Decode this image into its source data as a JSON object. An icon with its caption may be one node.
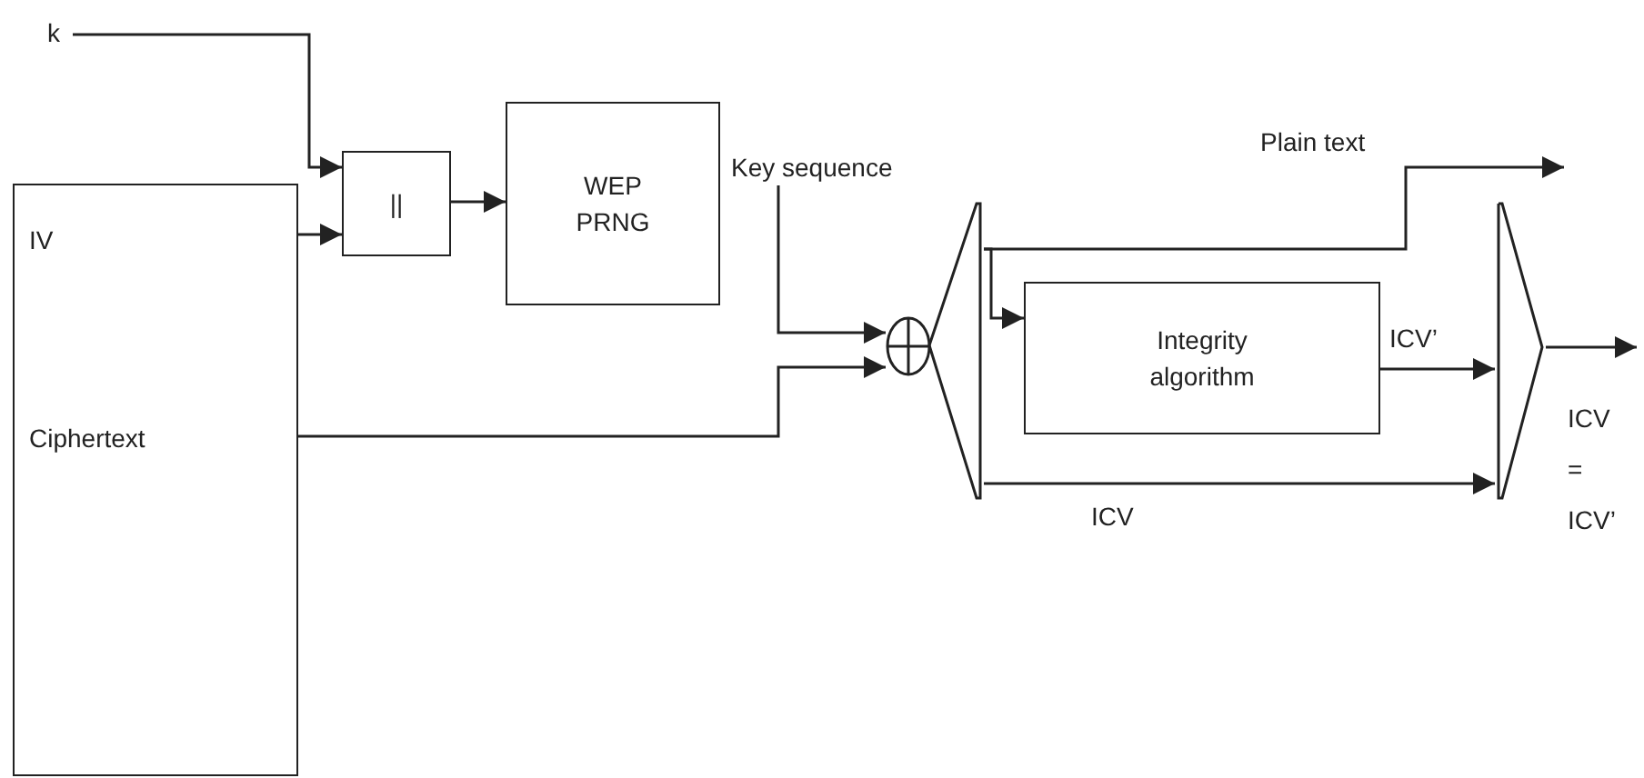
{
  "diagram": {
    "nodes": [
      {
        "text": [
          "k"
        ]
      },
      {
        "text": [
          "IV",
          "Ciphertext"
        ]
      },
      {
        "text": [
          "||"
        ]
      },
      {
        "text": [
          "WEP PRNG"
        ]
      },
      {
        "text": [
          "Key sequence"
        ]
      },
      {
        "text": [],
        "shape": "circle"
      },
      {
        "text": [],
        "shape": "trapezoid"
      },
      {
        "text": [
          "Integrity algorithm"
        ]
      },
      {
        "text": [],
        "shape": "trapezoid"
      }
    ],
    "edges": [
      {
        "from": 0,
        "to": 2,
        "arrow": "to"
      },
      {
        "from": 1,
        "to": 2,
        "arrow": "to"
      },
      {
        "from": 2,
        "to": 3,
        "arrow": "to"
      },
      {
        "from": 4,
        "to": 5,
        "arrow": "to"
      },
      {
        "from": 1,
        "to": 5,
        "arrow": "to"
      },
      {
        "from": 6,
        "to": null,
        "arrow": "to",
        "label": "Plain text"
      },
      {
        "from": 6,
        "to": 7,
        "arrow": "to"
      },
      {
        "from": 7,
        "to": 8,
        "arrow": "to",
        "label": "ICV’"
      },
      {
        "from": 6,
        "to": 8,
        "arrow": "to",
        "label": "ICV"
      },
      {
        "from": 8,
        "to": null,
        "arrow": "to",
        "label": "ICV = ICV’"
      }
    ]
  }
}
